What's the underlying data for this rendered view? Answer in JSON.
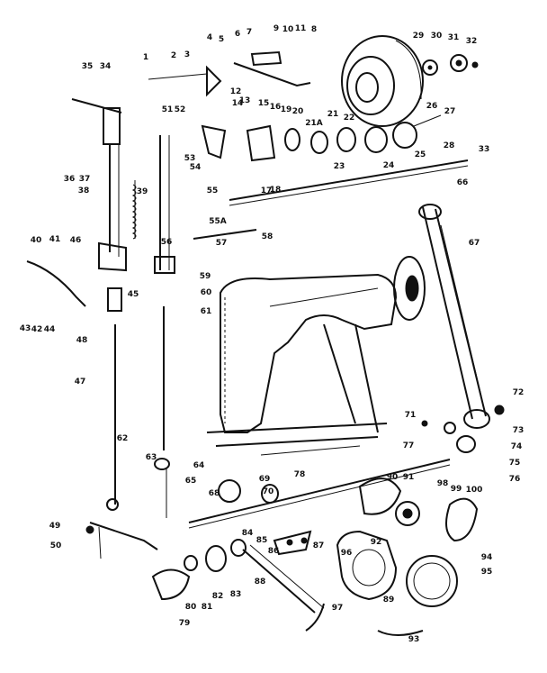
{
  "diagram": {
    "callouts": [
      "1",
      "2",
      "3",
      "4",
      "5",
      "6",
      "7",
      "8",
      "9",
      "10",
      "11",
      "12",
      "13",
      "14",
      "15",
      "16",
      "17",
      "18",
      "19",
      "20",
      "21",
      "21A",
      "22",
      "23",
      "24",
      "25",
      "26",
      "27",
      "28",
      "29",
      "30",
      "31",
      "32",
      "33",
      "34",
      "35",
      "36",
      "37",
      "38",
      "39",
      "40",
      "41",
      "42",
      "43",
      "44",
      "45",
      "46",
      "47",
      "48",
      "49",
      "50",
      "51",
      "52",
      "53",
      "54",
      "55",
      "55A",
      "56",
      "57",
      "58",
      "59",
      "60",
      "61",
      "62",
      "63",
      "64",
      "65",
      "66",
      "67",
      "68",
      "69",
      "70",
      "71",
      "72",
      "73",
      "74",
      "75",
      "76",
      "77",
      "78",
      "79",
      "80",
      "81",
      "82",
      "83",
      "84",
      "85",
      "86",
      "87",
      "88",
      "89",
      "90",
      "91",
      "92",
      "93",
      "94",
      "95",
      "96",
      "97",
      "98",
      "99",
      "100"
    ]
  },
  "colors": {
    "ink": "#111111",
    "paper": "#ffffff"
  }
}
